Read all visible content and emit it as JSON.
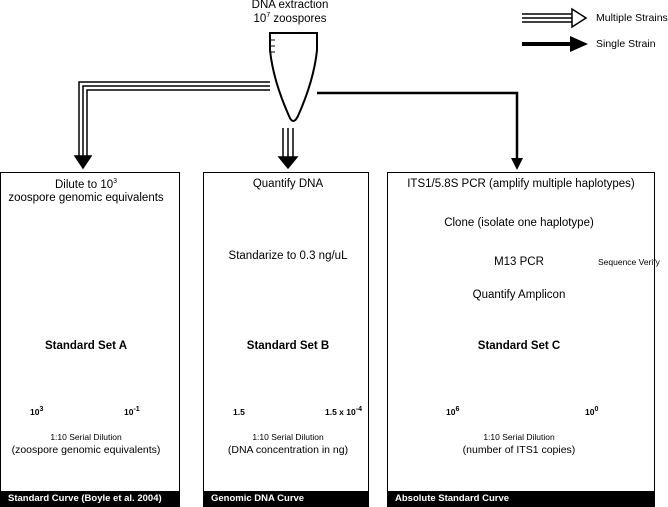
{
  "top": {
    "line1": "DNA extraction",
    "line2_base": "10",
    "line2_exp": "7",
    "line2_rest": " zoospores"
  },
  "legend": {
    "multiple": "Multiple Strains",
    "single": "Single Strain"
  },
  "panels": [
    {
      "step1_line1_base": "Dilute to 10",
      "step1_line1_exp": "3",
      "step1_line2": "zoospore genomic equivalents",
      "set_title": "Standard Set A",
      "range_start_base": "10",
      "range_start_exp": "3",
      "range_end_base": "10",
      "range_end_exp": "-1",
      "dilution": "1:10 Serial Dilution",
      "unit": "(zoospore genomic equivalents)",
      "footer": "Standard Curve (Boyle et al. 2004)"
    },
    {
      "step1": "Quantify DNA",
      "step2": "Standarize to 0.3 ng/uL",
      "set_title": "Standard Set B",
      "range_start": "1.5",
      "range_end_base": "1.5 x 10",
      "range_end_exp": "-4",
      "dilution": "1:10 Serial Dilution",
      "unit": "(DNA concentration in ng)",
      "footer": "Genomic DNA Curve"
    },
    {
      "step1": "ITS1/5.8S PCR (amplify multiple haplotypes)",
      "step2": "Clone (isolate one haplotype)",
      "step3": "M13 PCR",
      "step3_side": "Sequence Verify",
      "step4": "Quantify Amplicon",
      "set_title": "Standard Set C",
      "range_start_base": "10",
      "range_start_exp": "6",
      "range_end_base": "10",
      "range_end_exp": "0",
      "dilution": "1:10 Serial Dilution",
      "unit": "(number of ITS1 copies)",
      "footer": "Absolute Standard Curve"
    }
  ]
}
